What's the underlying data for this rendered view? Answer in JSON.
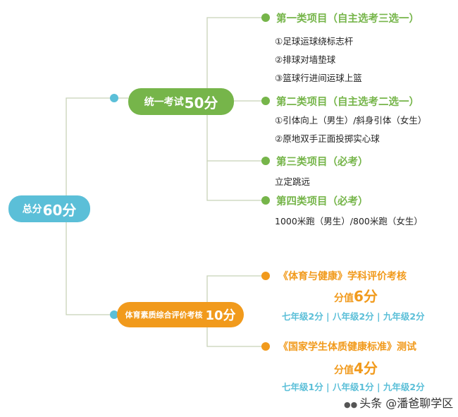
{
  "colors": {
    "blue": "#5bbfd8",
    "green": "#76b54a",
    "orange": "#f19a1c",
    "line": "#c8d2b8"
  },
  "root": {
    "label": "总分",
    "score": "60分"
  },
  "exam": {
    "label": "统一考试",
    "score": "50分",
    "categories": [
      {
        "title": "第一类项目（自主选考三选一）",
        "items": [
          "①足球运球绕标志杆",
          "②排球对墙垫球",
          "③篮球行进间运球上篮"
        ]
      },
      {
        "title": "第二类项目（自主选考二选一）",
        "items": [
          "①引体向上（男生）/斜身引体（女生）",
          "②原地双手正面投掷实心球"
        ]
      },
      {
        "title": "第三类项目（必考）",
        "items": [
          "立定跳远"
        ]
      },
      {
        "title": "第四类项目（必考）",
        "items": [
          "1000米跑（男生）/800米跑（女生）"
        ]
      }
    ]
  },
  "evaluation": {
    "label": "体育素质综合评价考核",
    "score": "10分",
    "items": [
      {
        "title": "《体育与健康》学科评价考核",
        "score_label": "分值",
        "score_value": "6分",
        "grades": "七年级2分 | 八年级2分 | 九年级2分"
      },
      {
        "title": "《国家学生体质健康标准》测试",
        "score_label": "分值",
        "score_value": "4分",
        "grades": "七年级1分 | 八年级1分 | 九年级2分"
      }
    ]
  },
  "watermark": {
    "icon": "wechat-icon",
    "text": "头条 @潘爸聊学区"
  }
}
